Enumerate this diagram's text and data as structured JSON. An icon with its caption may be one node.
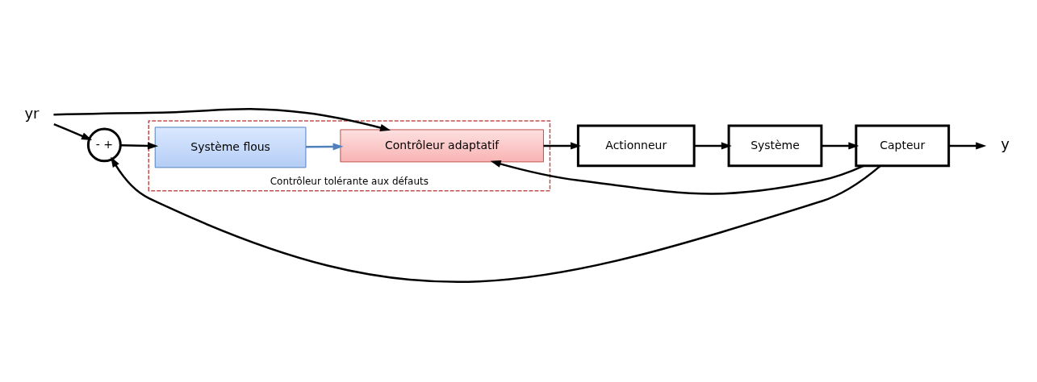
{
  "diagram": {
    "nodes": [
      {
        "text": [
          "Contrôleur tolérante aux défauts"
        ]
      },
      {
        "text": [
          "Système flous"
        ],
        "in": 0
      },
      {
        "text": [
          "Contrôleur adaptatif"
        ],
        "in": 0
      },
      {
        "text": [
          "- +"
        ]
      },
      {
        "text": [
          "yr"
        ]
      },
      {
        "text": [
          "Actionneur"
        ]
      },
      {
        "text": [
          "Système"
        ]
      },
      {
        "text": [
          "Capteur"
        ]
      },
      {
        "text": [
          "y"
        ]
      }
    ],
    "edges": [
      {
        "from": 4,
        "to": 2,
        "arrow": "to"
      },
      {
        "from": 4,
        "to": 3,
        "arrow": "to"
      },
      {
        "from": 3,
        "to": 1,
        "arrow": "to"
      },
      {
        "from": 1,
        "to": 2,
        "arrow": "to",
        "color": "#4f81bd"
      },
      {
        "from": 2,
        "to": 5,
        "arrow": "to"
      },
      {
        "from": 5,
        "to": 6,
        "arrow": "to"
      },
      {
        "from": 6,
        "to": 7,
        "arrow": "to"
      },
      {
        "from": 7,
        "to": 8,
        "arrow": "to"
      },
      {
        "from": 7,
        "to": 3,
        "arrow": "to"
      },
      {
        "from": 7,
        "to": 2,
        "arrow": "to"
      }
    ]
  }
}
